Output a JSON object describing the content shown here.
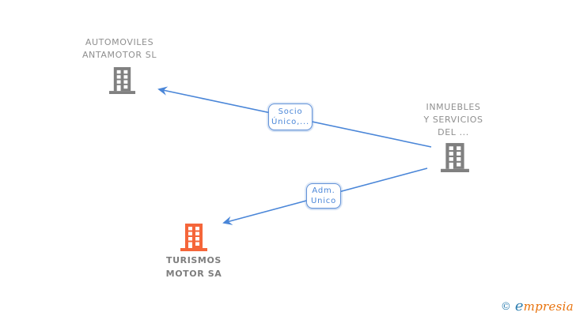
{
  "diagram_title": "corporate-relationship-graph",
  "companies": [
    {
      "id": "automoviles",
      "name_lines": [
        "AUTOMOVILES",
        "ANTAMOTOR SL"
      ],
      "icon": "building-icon",
      "icon_color": "#808080"
    },
    {
      "id": "inmuebles",
      "name_lines": [
        "INMUEBLES",
        "Y SERVICIOS",
        "DEL ..."
      ],
      "icon": "building-icon",
      "icon_color": "#808080"
    },
    {
      "id": "turismos",
      "name_lines": [
        "TURISMOS",
        "MOTOR SA"
      ],
      "icon": "building-icon",
      "icon_color": "#f5663a"
    }
  ],
  "relationships": [
    {
      "from": "inmuebles",
      "to": "automoviles",
      "label_lines": [
        "Socio",
        "Único,..."
      ]
    },
    {
      "from": "inmuebles",
      "to": "turismos",
      "label_lines": [
        "Adm.",
        "Unico"
      ]
    }
  ],
  "colors": {
    "edge_blue": "#4a86d8",
    "box_border_blue": "#6493d8",
    "company_icon_gray": "#808080",
    "company_icon_orange": "#f5663a",
    "label_gray": "#8f8f8f"
  },
  "footer": {
    "copyright_symbol": "©",
    "brand_first_letter": "e",
    "brand_rest": "mpresia"
  }
}
